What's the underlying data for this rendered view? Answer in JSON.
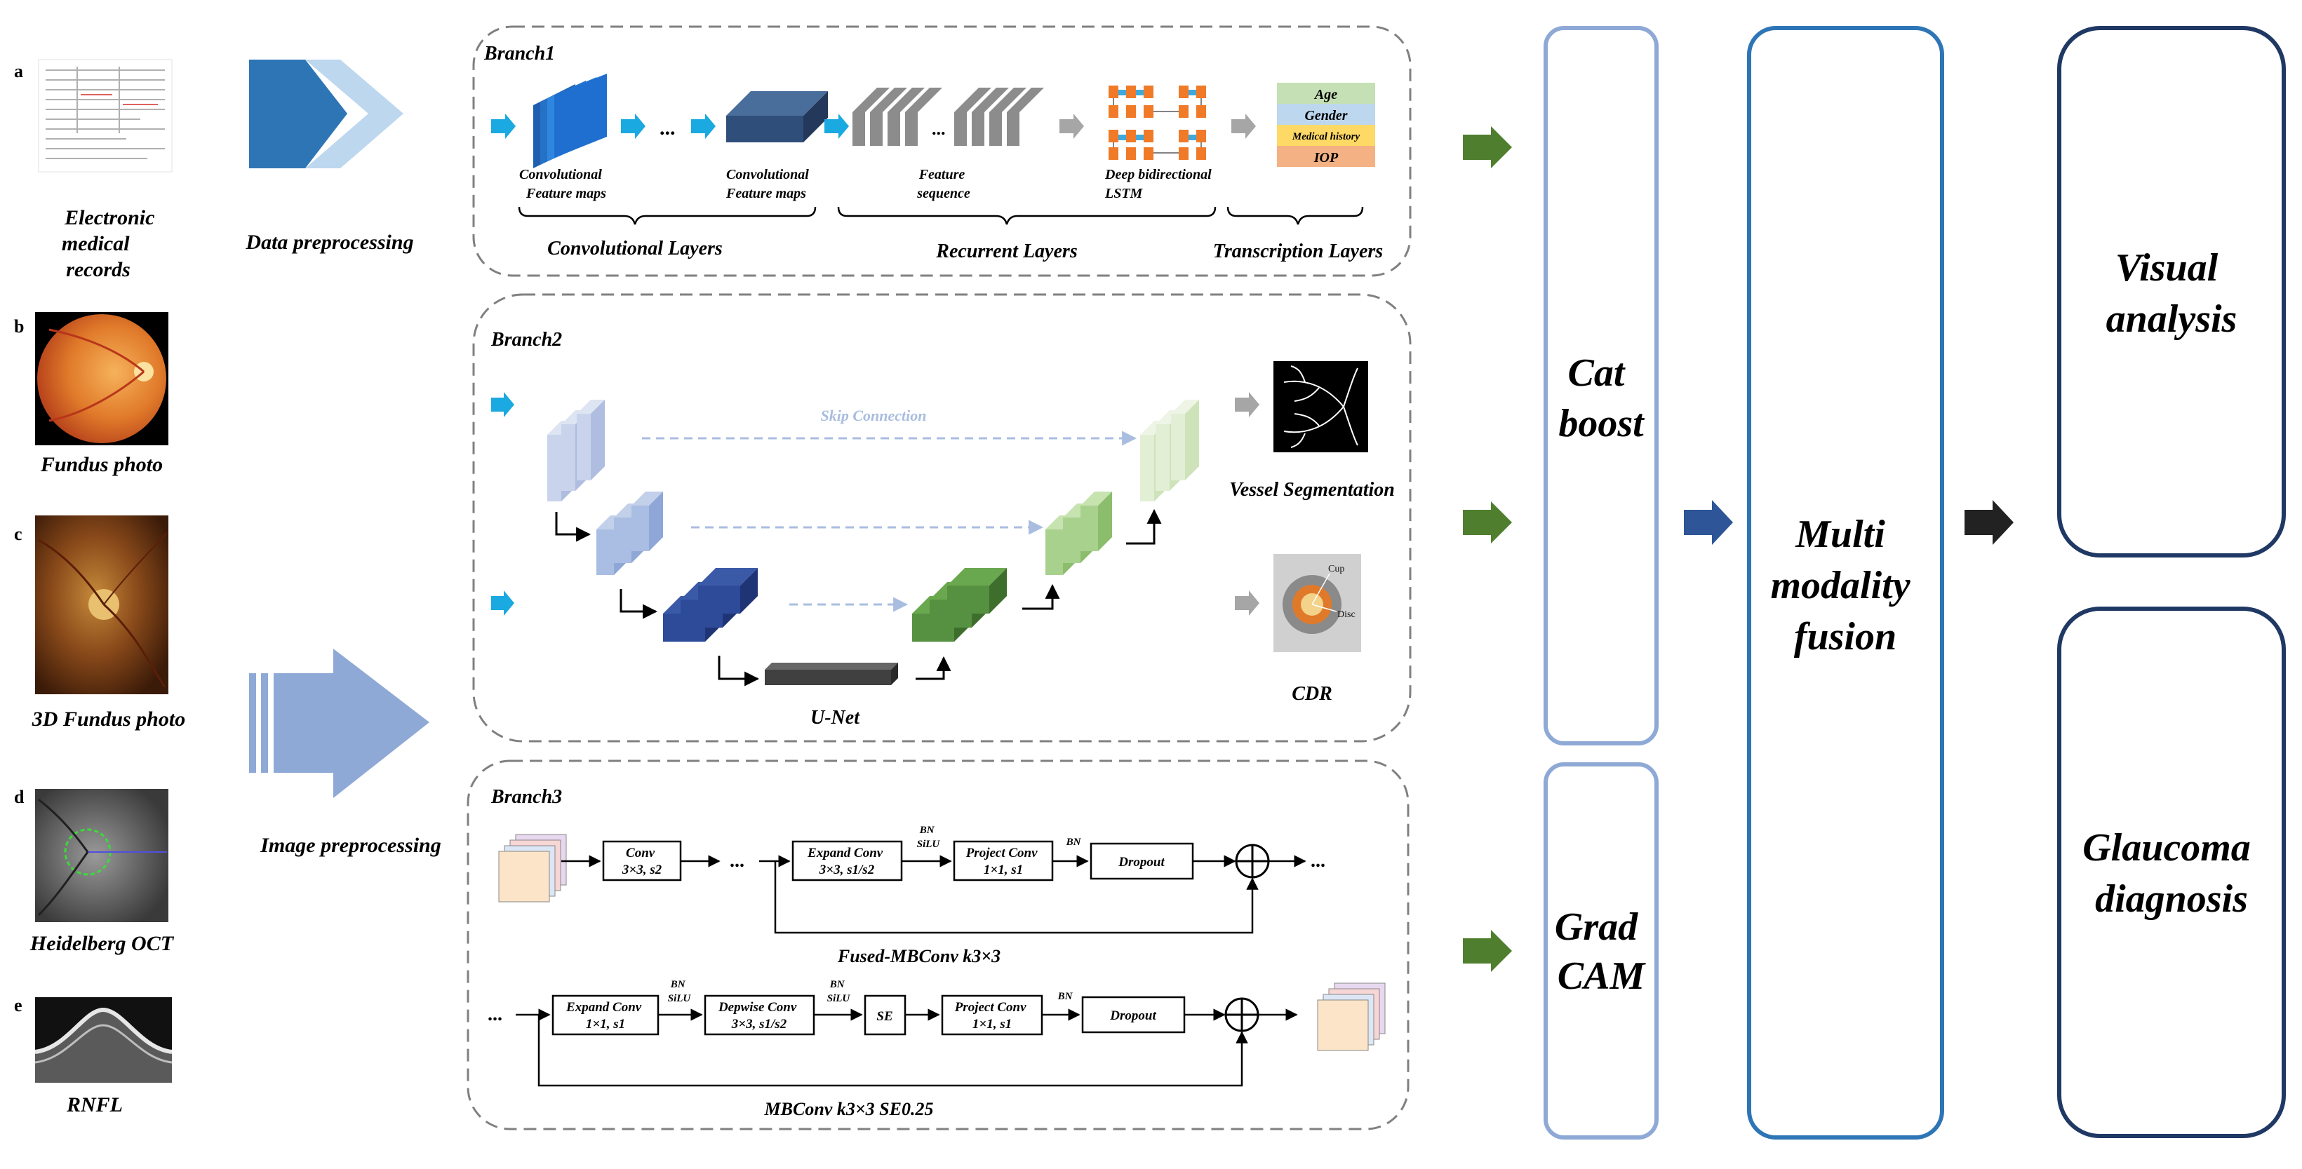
{
  "inputs": {
    "a": {
      "letter": "a",
      "caption_lines": [
        "Electronic",
        "medical",
        "records"
      ]
    },
    "b": {
      "letter": "b",
      "caption": "Fundus photo"
    },
    "c": {
      "letter": "c",
      "caption": "3D Fundus photo"
    },
    "d": {
      "letter": "d",
      "caption": "Heidelberg OCT"
    },
    "e": {
      "letter": "e",
      "caption": "RNFL"
    }
  },
  "preprocessing": {
    "data": "Data preprocessing",
    "image": "Image preprocessing"
  },
  "branch1": {
    "title": "Branch1",
    "conv1_lines": [
      "Convolutional",
      "Feature maps"
    ],
    "conv2_lines": [
      "Convolutional",
      "Feature maps"
    ],
    "feature_lines": [
      "Feature",
      "sequence"
    ],
    "lstm_lines": [
      "Deep bidirectional",
      "LSTM"
    ],
    "ellipsis": "...",
    "table": [
      "Age",
      "Gender",
      "Medical history",
      "IOP"
    ],
    "groups": [
      "Convolutional Layers",
      "Recurrent Layers",
      "Transcription Layers"
    ]
  },
  "branch2": {
    "title": "Branch2",
    "skip": "Skip Connection",
    "vessel": "Vessel Segmentation",
    "cdr": "CDR",
    "unet": "U-Net",
    "cup": "Cup",
    "disc": "Disc"
  },
  "branch3": {
    "title": "Branch3",
    "row1": {
      "conv": [
        "Conv",
        "3×3, s2"
      ],
      "expand": [
        "Expand Conv",
        "3×3, s1/s2"
      ],
      "project": [
        "Project Conv",
        "1×1, s1"
      ],
      "dropout": "Dropout",
      "bn_silu": [
        "BN",
        "SiLU"
      ],
      "bn": "BN",
      "label": "Fused-MBConv  k3×3"
    },
    "row2": {
      "expand": [
        "Expand Conv",
        "1×1, s1"
      ],
      "depwise": [
        "Depwise Conv",
        "3×3, s1/s2"
      ],
      "se": "SE",
      "project": [
        "Project Conv",
        "1×1, s1"
      ],
      "dropout": "Dropout",
      "bn_silu": [
        "BN",
        "SiLU"
      ],
      "bn": "BN",
      "label": "MBConv  k3×3    SE0.25"
    },
    "ellipsis": "..."
  },
  "models": {
    "catboost": [
      "Cat",
      "boost"
    ],
    "gradcam": [
      "Grad",
      "CAM"
    ]
  },
  "fusion": [
    "Multi",
    "modality",
    "fusion"
  ],
  "outputs": {
    "visual": [
      "Visual",
      "analysis"
    ],
    "glaucoma": [
      "Glaucoma",
      "diagnosis"
    ]
  },
  "colors": {
    "cyan_arrow": "#1aa9e0",
    "green_arrow": "#4f7f2e",
    "navy_arrow": "#2e5597",
    "dark_arrow": "#222222",
    "gray_arrow": "#a6a6a6",
    "light_box": "#8fa9d6",
    "mid_box": "#2e75b6",
    "dark_box": "#1f3864"
  }
}
